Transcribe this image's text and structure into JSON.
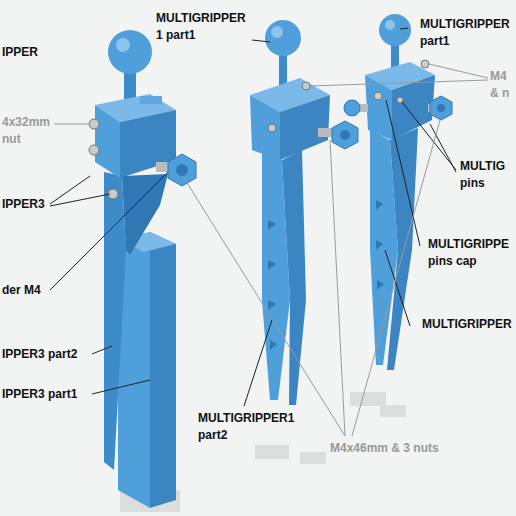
{
  "diagram": {
    "labels": [
      "IPPER",
      "MULTIGRIPPER 1 part1",
      "MULTIGRIPPER part1",
      "M4 & n",
      "4x32mm nut",
      "MULTIG pins",
      "IPPER3",
      "MULTIGRIPPE pins cap",
      "der M4",
      "MULTIGRIPPER",
      "IPPER3 part2",
      "IPPER3 part1",
      "MULTIGRIPPER1 part2",
      "M4x46mm & 3 nuts"
    ]
  }
}
